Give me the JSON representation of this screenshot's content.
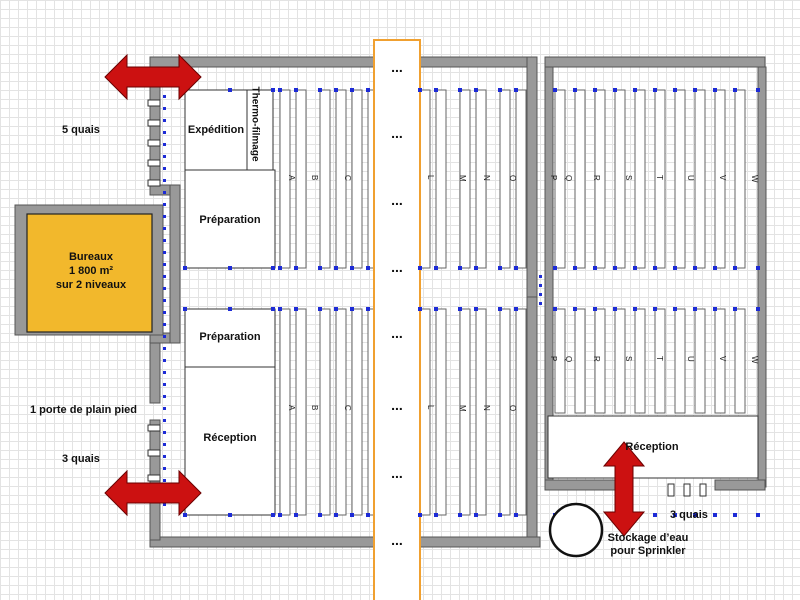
{
  "labels": {
    "quais_top": "5 quais",
    "porte": "1 porte de plain pied",
    "quais_bottom": "3 quais",
    "quais_right": "3 quais",
    "bureaux_l1": "Bureaux",
    "bureaux_l2": "1 800 m²",
    "bureaux_l3": "sur 2 niveaux",
    "expedition": "Expédition",
    "thermo": "Thermo-filmage",
    "preparation_top": "Préparation",
    "preparation_mid": "Préparation",
    "reception_left": "Réception",
    "reception_right": "Réception",
    "stockage_l1": "Stockage d’eau",
    "stockage_l2": "pour Sprinkler",
    "corridor_dots": "...",
    "aisles_left": [
      "A",
      "B",
      "C",
      "",
      "L",
      "M",
      "N",
      "O"
    ],
    "aisles_right": [
      "P",
      "Q",
      "R",
      "S",
      "T",
      "U",
      "V",
      "W"
    ]
  },
  "colors": {
    "wall": "#999999",
    "wall_edge": "#555555",
    "bureaux": "#f2b82c",
    "arrow": "#cc1111",
    "corridor": "#f0a030",
    "marker": "#1d2bd6"
  }
}
